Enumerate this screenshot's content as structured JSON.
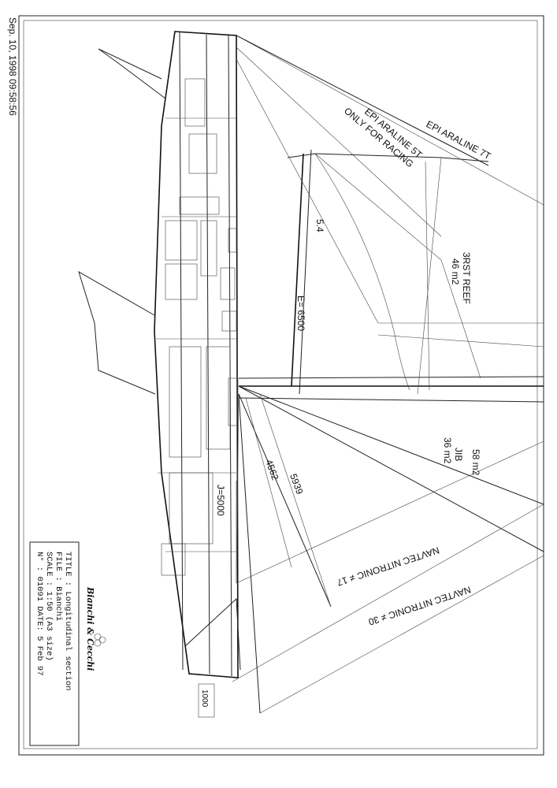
{
  "timestamp": "Sep. 10, 1998  09:58:56",
  "labels": {
    "sail_7t": "EPI ARALINE 7T",
    "sail_5t": "EPI ARALINE 5T",
    "only_racing": "ONLY FOR RACING",
    "reef": "3RST REEF",
    "reef_area": "46 m2",
    "angle": "5.4",
    "boom_e": "E=  6500",
    "main_area": "58 m2",
    "jib": "JIB",
    "jib_area": "36 m2",
    "dim_5939": "5939",
    "dim_4562": "4562",
    "j_dim": "J=5000",
    "navtec_17": "NAVTEC NITRONIC ≠ 17",
    "navtec_30": "NAVTEC NITRONIC ≠ 30",
    "dim_1000": "1000"
  },
  "title_block": {
    "brand": "Bianchi & Cecchi",
    "title": "TITLE : Longitudinal section",
    "file": "FILE  : Bianchi",
    "scale": "SCALE : 1:50 (A3 size)",
    "number": "N°    : 01091  DATE: 5 Feb 97"
  }
}
